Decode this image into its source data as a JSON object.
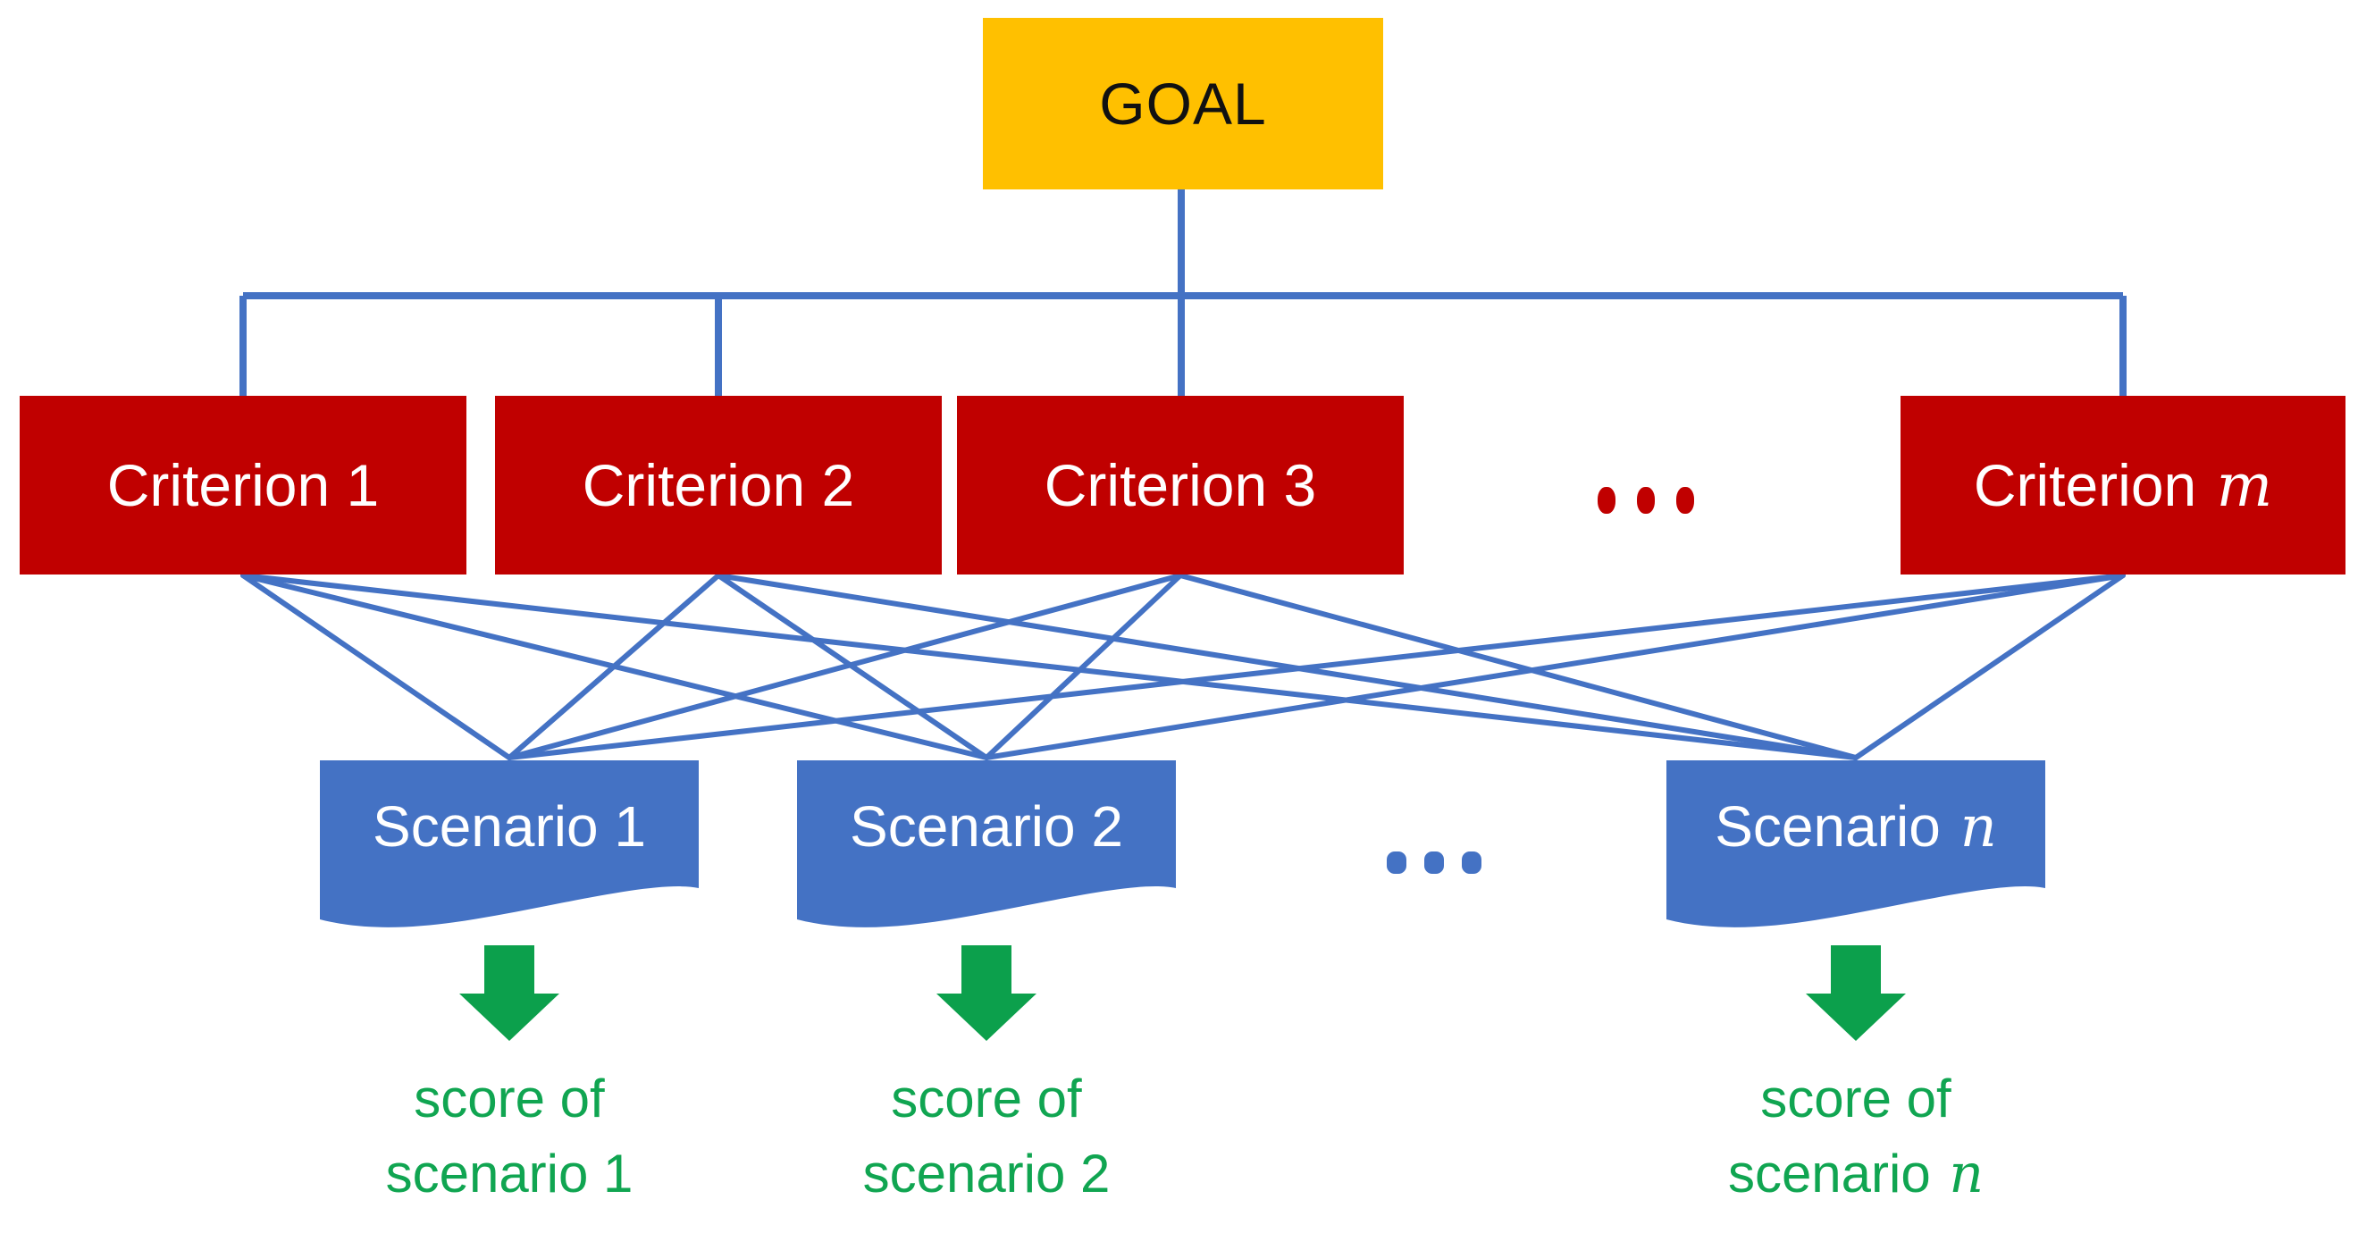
{
  "goal": {
    "label": "GOAL"
  },
  "criteria": [
    {
      "prefix": "Criterion ",
      "suffix": "1",
      "suffix_class": "plain-suffix"
    },
    {
      "prefix": "Criterion ",
      "suffix": "2",
      "suffix_class": "plain-suffix"
    },
    {
      "prefix": "Criterion ",
      "suffix": "3",
      "suffix_class": "plain-suffix"
    },
    {
      "prefix": "Criterion ",
      "suffix": "m",
      "suffix_class": "math-suffix"
    }
  ],
  "criteria_ellipsis": "…",
  "scenarios": [
    {
      "prefix": "Scenario ",
      "suffix": "1",
      "suffix_class": "plain-suffix"
    },
    {
      "prefix": "Scenario ",
      "suffix": "2",
      "suffix_class": "plain-suffix"
    },
    {
      "prefix": "Scenario ",
      "suffix": "n",
      "suffix_class": "math-suffix"
    }
  ],
  "scenarios_ellipsis": "…",
  "scores": [
    {
      "line1": "score of",
      "line2_prefix": "scenario ",
      "line2_suffix": "1",
      "suffix_class": "plain-suffix"
    },
    {
      "line1": "score of",
      "line2_prefix": "scenario ",
      "line2_suffix": "2",
      "suffix_class": "plain-suffix"
    },
    {
      "line1": "score of",
      "line2_prefix": "scenario ",
      "line2_suffix": "n",
      "suffix_class": "math-suffix"
    }
  ],
  "colors": {
    "goal_fill": "#FFC000",
    "criterion_fill": "#C00000",
    "scenario_fill": "#4472C4",
    "connector_blue": "#4472C4",
    "score_green": "#10A551",
    "arrow_green": "#0CA04C"
  }
}
